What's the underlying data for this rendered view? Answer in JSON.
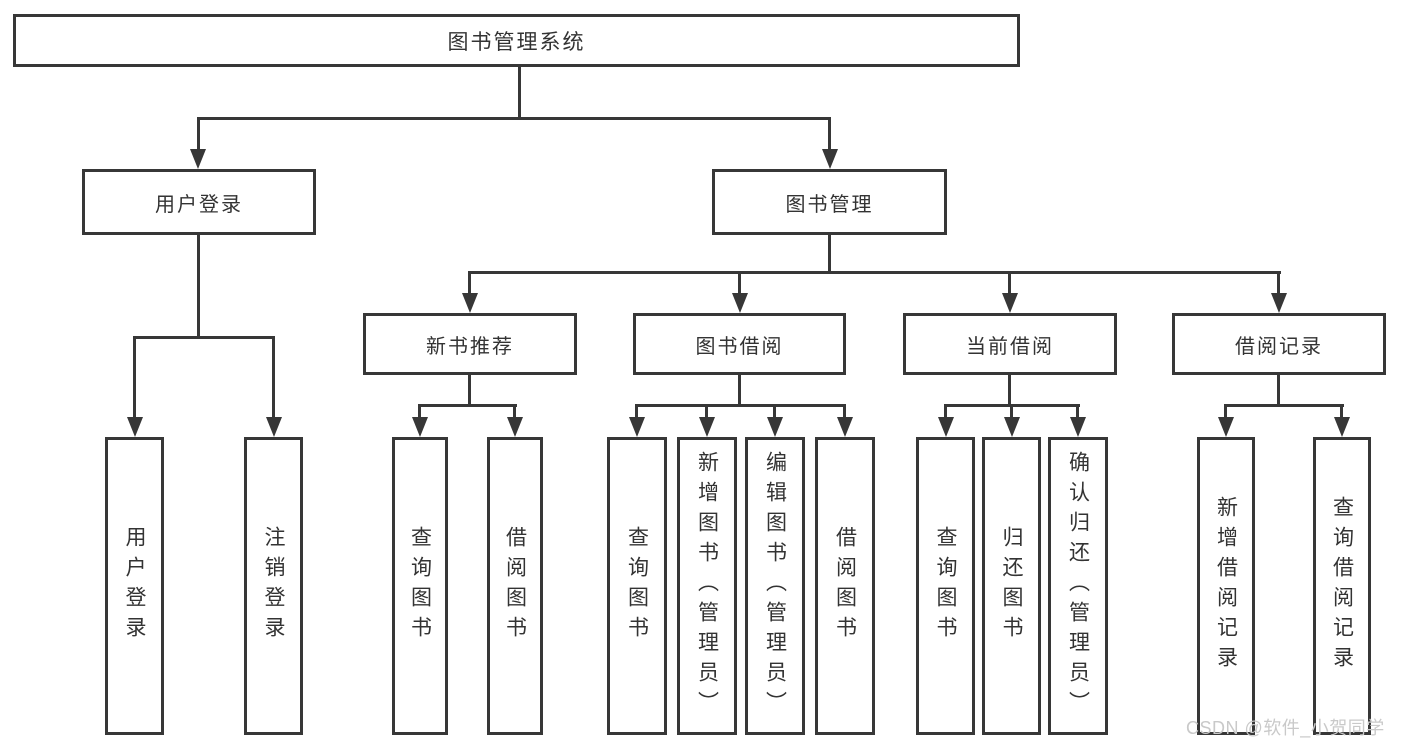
{
  "tree": {
    "root": {
      "label": "图书管理系统"
    },
    "branches": [
      {
        "label": "用户登录",
        "children": [
          {
            "label": "用户登录"
          },
          {
            "label": "注销登录"
          }
        ]
      },
      {
        "label": "图书管理",
        "children": [
          {
            "label": "新书推荐",
            "children": [
              {
                "label": "查询图书"
              },
              {
                "label": "借阅图书"
              }
            ]
          },
          {
            "label": "图书借阅",
            "children": [
              {
                "label": "查询图书"
              },
              {
                "label": "新增图书（管理员）"
              },
              {
                "label": "编辑图书（管理员）"
              },
              {
                "label": "借阅图书"
              }
            ]
          },
          {
            "label": "当前借阅",
            "children": [
              {
                "label": "查询图书"
              },
              {
                "label": "归还图书"
              },
              {
                "label": "确认归还（管理员）"
              }
            ]
          },
          {
            "label": "借阅记录",
            "children": [
              {
                "label": "新增借阅记录"
              },
              {
                "label": "查询借阅记录"
              }
            ]
          }
        ]
      }
    ]
  },
  "watermark": {
    "text": "CSDN @软件_小贺同学"
  },
  "colors": {
    "line": "#373737",
    "text": "#333333",
    "watermark": "#c9c9c9",
    "background": "#ffffff"
  }
}
